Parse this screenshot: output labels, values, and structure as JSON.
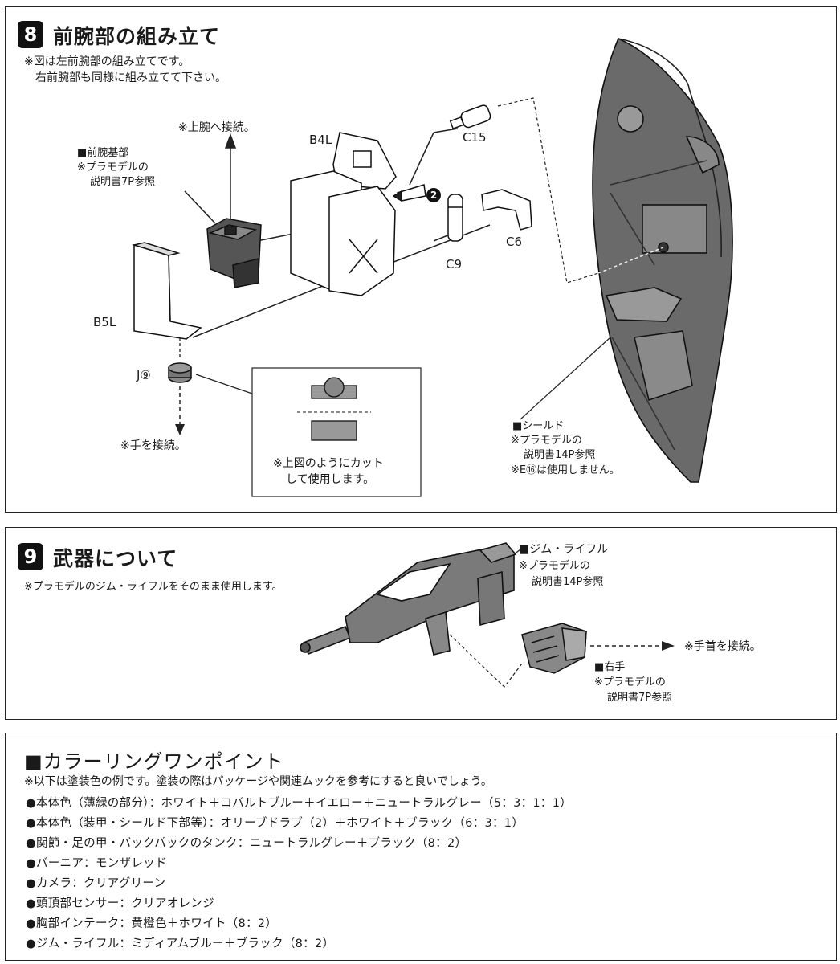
{
  "section8": {
    "number": "8",
    "title": "前腕部の組み立て",
    "note_line1": "※図は左前腕部の組み立てです。",
    "note_line2": "右前腕部も同様に組み立てて下さい。",
    "upper_arm_note": "※上腕へ接続。",
    "base_title": "■前腕基部",
    "base_ref1": "※プラモデルの",
    "base_ref2": "説明書7P参照",
    "part_b4l": "B4L",
    "part_c15": "C15",
    "part_2": "2",
    "part_c9": "C9",
    "part_c6": "C6",
    "part_b5l": "B5L",
    "part_j9": "J⑨",
    "hand_note": "※手を接続。",
    "cut_note1": "※上図のようにカット",
    "cut_note2": "して使用します。",
    "shield_title": "■シールド",
    "shield_ref1": "※プラモデルの",
    "shield_ref2": "説明書14P参照",
    "shield_ref3": "※E⑯は使用しません。"
  },
  "section9": {
    "number": "9",
    "title": "武器について",
    "note": "※プラモデルのジム・ライフルをそのまま使用します。",
    "rifle_title": "■ジム・ライフル",
    "rifle_ref1": "※プラモデルの",
    "rifle_ref2": "説明書14P参照",
    "wrist_note": "※手首を接続。",
    "hand_title": "■右手",
    "hand_ref1": "※プラモデルの",
    "hand_ref2": "説明書7P参照"
  },
  "coloring": {
    "title": "■カラーリングワンポイント",
    "intro": "※以下は塗装色の例です。塗装の際はパッケージや関連ムックを参考にすると良いでしょう。",
    "items": [
      "●本体色（薄緑の部分）：ホワイト＋コバルトブルー＋イエロー＋ニュートラルグレー（5：3：1：1）",
      "●本体色（装甲・シールド下部等）：オリーブドラブ（2）＋ホワイト＋ブラック（6：3：1）",
      "●関節・足の甲・バックパックのタンク：ニュートラルグレー＋ブラック（8：2）",
      "●バーニア：モンザレッド",
      "●カメラ：クリアグリーン",
      "●頭頂部センサー：クリアオレンジ",
      "●胸部インテーク：黄橙色＋ホワイト（8：2）",
      "●ジム・ライフル：ミディアムブルー＋ブラック（8：2）"
    ]
  }
}
